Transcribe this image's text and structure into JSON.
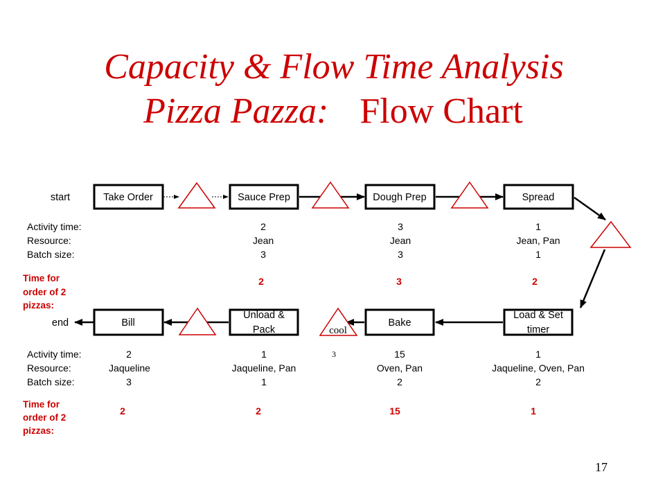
{
  "slide": {
    "title_line1": "Capacity & Flow Time Analysis",
    "title_line2_italic": "Pizza Pazza:",
    "title_line2_plain": "Flow Chart",
    "page_number": "17"
  },
  "colors": {
    "accent": "#cc0000"
  },
  "flow": {
    "start_label": "start",
    "end_label": "end",
    "row_labels": {
      "activity_time": "Activity time:",
      "resource": "Resource:",
      "batch_size": "Batch size:"
    },
    "order_time_label": [
      "Time for",
      "order of 2",
      "pizzas:"
    ],
    "buffer": {
      "label": "cool",
      "time": "3"
    },
    "top_row": {
      "take_order": {
        "label": "Take Order"
      },
      "sauce_prep": {
        "label": "Sauce Prep",
        "activity_time": "2",
        "resource": "Jean",
        "batch_size": "3",
        "order_time": "2"
      },
      "dough_prep": {
        "label": "Dough Prep",
        "activity_time": "3",
        "resource": "Jean",
        "batch_size": "3",
        "order_time": "3"
      },
      "spread": {
        "label": "Spread",
        "activity_time": "1",
        "resource": "Jean, Pan",
        "batch_size": "1",
        "order_time": "2"
      }
    },
    "bottom_row": {
      "bill": {
        "label": "Bill",
        "activity_time": "2",
        "resource": "Jaqueline",
        "batch_size": "3",
        "order_time": "2"
      },
      "unload_pack": {
        "label_lines": [
          "Unload &",
          "Pack"
        ],
        "activity_time": "1",
        "resource": "Jaqueline, Pan",
        "batch_size": "1",
        "order_time": "2"
      },
      "bake": {
        "label": "Bake",
        "activity_time": "15",
        "resource": "Oven, Pan",
        "batch_size": "2",
        "order_time": "15"
      },
      "load_set_timer": {
        "label_lines": [
          "Load & Set",
          "timer"
        ],
        "activity_time": "1",
        "resource": "Jaqueline, Oven, Pan",
        "batch_size": "2",
        "order_time": "1"
      }
    }
  }
}
